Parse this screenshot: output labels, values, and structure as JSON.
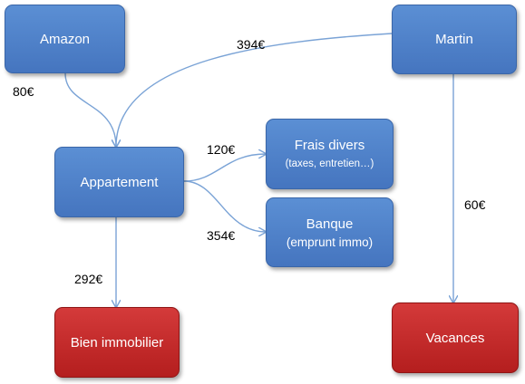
{
  "colors": {
    "blue_node": "#4f81bd",
    "red_node": "#c0282a",
    "edge": "#7aa3d6",
    "text_dark": "#000000",
    "text_light": "#ffffff"
  },
  "nodes": {
    "amazon": {
      "label": "Amazon"
    },
    "martin": {
      "label": "Martin"
    },
    "appartement": {
      "label": "Appartement"
    },
    "frais_divers": {
      "label": "Frais divers",
      "sublabel": "(taxes, entretien…)"
    },
    "banque": {
      "label": "Banque",
      "sublabel": "(emprunt immo)"
    },
    "bien_immobilier": {
      "label": "Bien immobilier"
    },
    "vacances": {
      "label": "Vacances"
    }
  },
  "edges": [
    {
      "from": "amazon",
      "to": "appartement",
      "amount": "80€"
    },
    {
      "from": "martin",
      "to": "appartement",
      "amount": "394€"
    },
    {
      "from": "appartement",
      "to": "frais_divers",
      "amount": "120€"
    },
    {
      "from": "appartement",
      "to": "banque",
      "amount": "354€"
    },
    {
      "from": "appartement",
      "to": "bien_immobilier",
      "amount": "292€"
    },
    {
      "from": "martin",
      "to": "vacances",
      "amount": "60€"
    }
  ]
}
